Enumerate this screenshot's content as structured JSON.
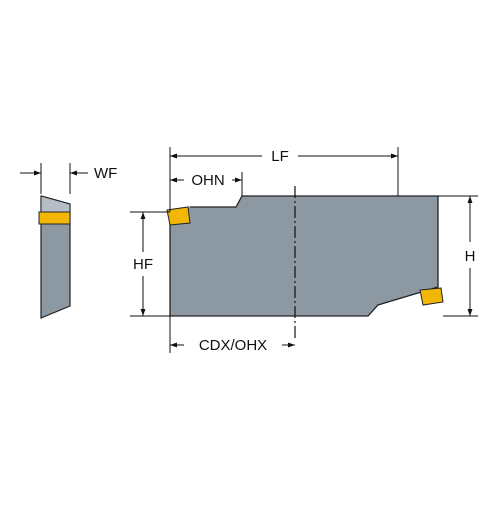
{
  "labels": {
    "wf": "WF",
    "lf": "LF",
    "ohn": "OHN",
    "hf": "HF",
    "h": "H",
    "cdx_ohx": "CDX/OHX"
  },
  "colors": {
    "body": "#8c98a2",
    "outline": "#222222",
    "insert": "#f2b705",
    "line": "#111111",
    "background": "#ffffff"
  }
}
